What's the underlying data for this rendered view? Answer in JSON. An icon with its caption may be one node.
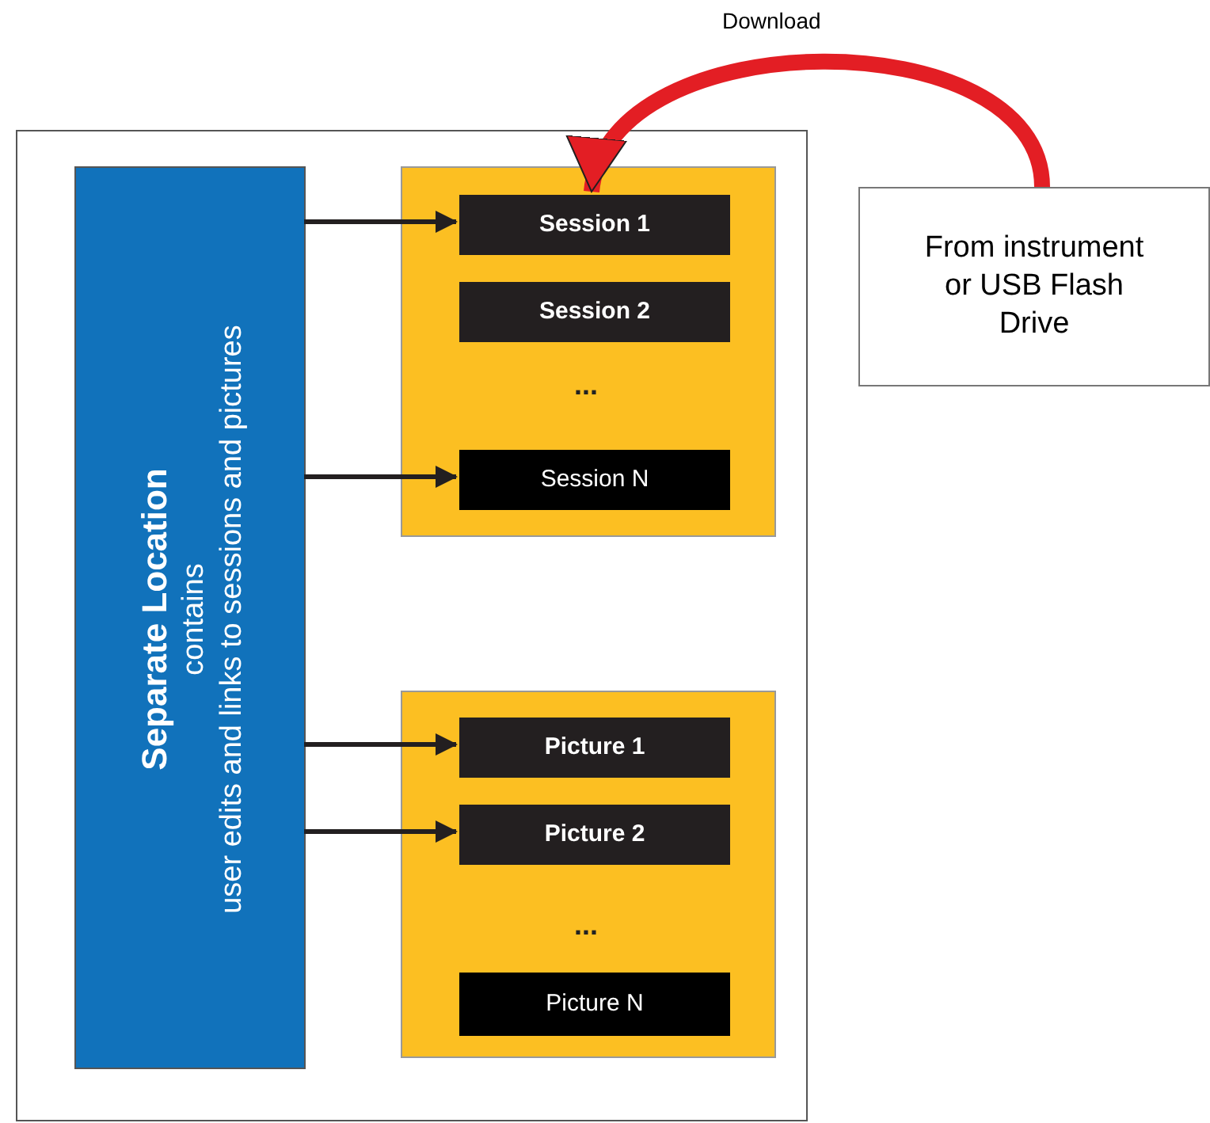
{
  "diagram": {
    "nodes": [
      {
        "text": [],
        "shape": "box"
      },
      {
        "text": [
          "Separate Location",
          "contains",
          "user edits and links to sessions and pictures"
        ],
        "in": 0
      },
      {
        "text": [
          "..."
        ],
        "in": 0
      },
      {
        "text": [
          "Session 1"
        ],
        "in": 2
      },
      {
        "text": [
          "Session 2"
        ],
        "in": 2
      },
      {
        "text": [
          "Session N"
        ],
        "in": 2
      },
      {
        "text": [
          "..."
        ],
        "in": 0
      },
      {
        "text": [
          "Picture 1"
        ],
        "in": 6
      },
      {
        "text": [
          "Picture 2"
        ],
        "in": 6
      },
      {
        "text": [
          "Picture N"
        ],
        "in": 6
      },
      {
        "text": [
          "From instrument or USB Flash Drive"
        ]
      }
    ],
    "edges": [
      {
        "from": 1,
        "to": 3,
        "arrow": "to"
      },
      {
        "from": 1,
        "to": 5,
        "arrow": "to"
      },
      {
        "from": 1,
        "to": 7,
        "arrow": "to"
      },
      {
        "from": 1,
        "to": 8,
        "arrow": "to"
      },
      {
        "from": 10,
        "to": 3,
        "arrow": "to",
        "label": "Download",
        "style": "thick",
        "color": "#e31e24"
      }
    ]
  }
}
